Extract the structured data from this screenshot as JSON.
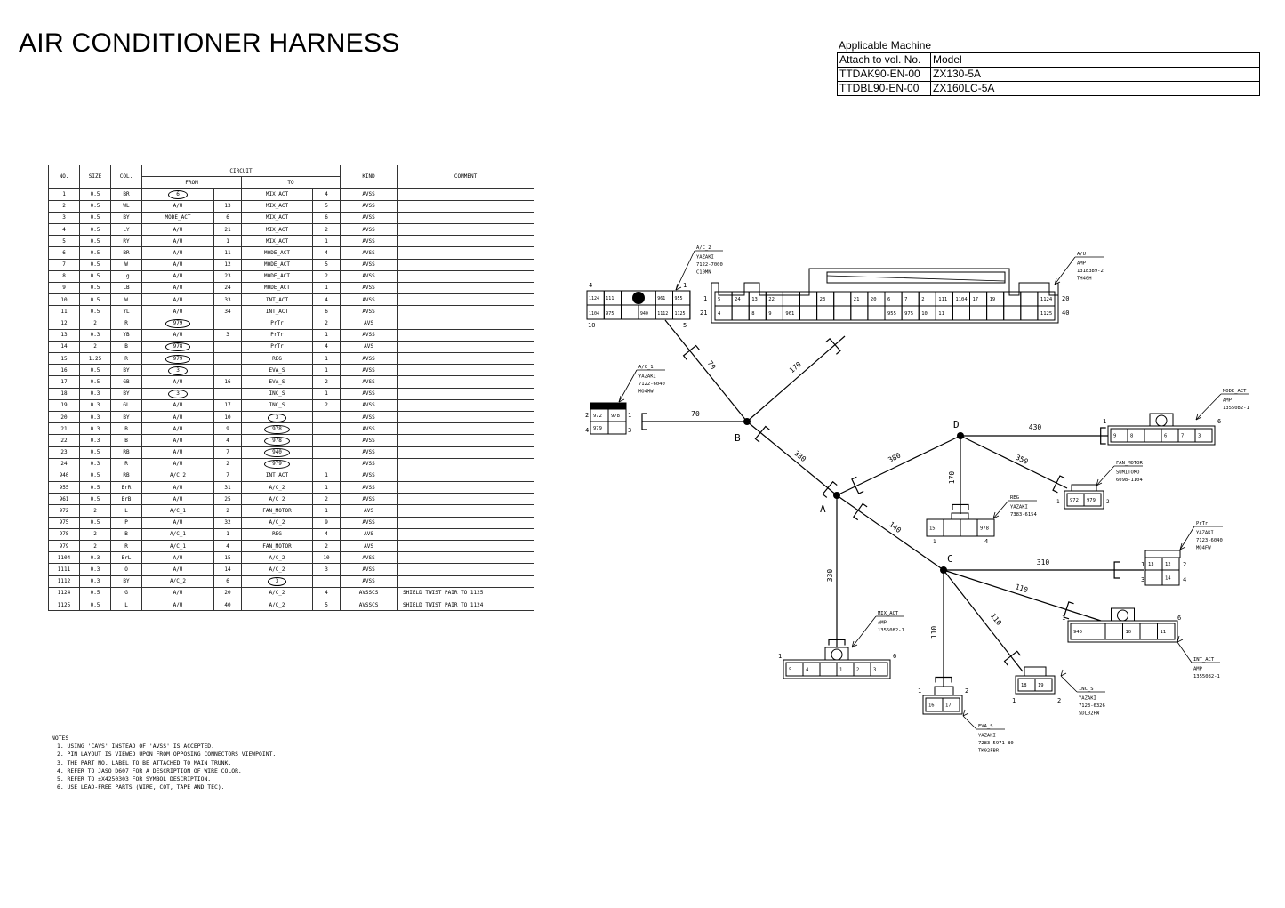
{
  "title": "AIR CONDITIONER HARNESS",
  "applicable": {
    "label": "Applicable Machine",
    "headers": [
      "Attach to vol. No.",
      "Model"
    ],
    "rows": [
      [
        "TTDAK90-EN-00",
        "ZX130-5A"
      ],
      [
        "TTDBL90-EN-00",
        "ZX160LC-5A"
      ]
    ]
  },
  "wire_table": {
    "headers": {
      "no": "NO.",
      "size": "SIZE",
      "col": "COL.",
      "circuit": "CIRCUIT",
      "from": "FROM",
      "to": "TO",
      "kind": "KIND",
      "comment": "COMMENT"
    },
    "rows": [
      [
        "1",
        "0.5",
        "BR",
        "6",
        "",
        "MIX_ACT",
        "4",
        "AVSS",
        "",
        "from"
      ],
      [
        "2",
        "0.5",
        "WL",
        "A/U",
        "13",
        "MIX_ACT",
        "5",
        "AVSS",
        "",
        ""
      ],
      [
        "3",
        "0.5",
        "BY",
        "MODE_ACT",
        "6",
        "MIX_ACT",
        "6",
        "AVSS",
        "",
        ""
      ],
      [
        "4",
        "0.5",
        "LY",
        "A/U",
        "21",
        "MIX_ACT",
        "2",
        "AVSS",
        "",
        ""
      ],
      [
        "5",
        "0.5",
        "RY",
        "A/U",
        "1",
        "MIX_ACT",
        "1",
        "AVSS",
        "",
        ""
      ],
      [
        "6",
        "0.5",
        "BR",
        "A/U",
        "11",
        "MODE_ACT",
        "4",
        "AVSS",
        "",
        ""
      ],
      [
        "7",
        "0.5",
        "W",
        "A/U",
        "12",
        "MODE_ACT",
        "5",
        "AVSS",
        "",
        ""
      ],
      [
        "8",
        "0.5",
        "Lg",
        "A/U",
        "23",
        "MODE_ACT",
        "2",
        "AVSS",
        "",
        ""
      ],
      [
        "9",
        "0.5",
        "LB",
        "A/U",
        "24",
        "MODE_ACT",
        "1",
        "AVSS",
        "",
        ""
      ],
      [
        "10",
        "0.5",
        "W",
        "A/U",
        "33",
        "INT_ACT",
        "4",
        "AVSS",
        "",
        ""
      ],
      [
        "11",
        "0.5",
        "YL",
        "A/U",
        "34",
        "INT_ACT",
        "6",
        "AVSS",
        "",
        ""
      ],
      [
        "12",
        "2",
        "R",
        "979",
        "",
        "PrTr",
        "2",
        "AVS",
        "",
        "from"
      ],
      [
        "13",
        "0.3",
        "YB",
        "A/U",
        "3",
        "PrTr",
        "1",
        "AVSS",
        "",
        ""
      ],
      [
        "14",
        "2",
        "B",
        "978",
        "",
        "PrTr",
        "4",
        "AVS",
        "",
        "from"
      ],
      [
        "15",
        "1.25",
        "R",
        "979",
        "",
        "REG",
        "1",
        "AVSS",
        "",
        "from"
      ],
      [
        "16",
        "0.5",
        "BY",
        "3",
        "",
        "EVA_S",
        "1",
        "AVSS",
        "",
        "from"
      ],
      [
        "17",
        "0.5",
        "GB",
        "A/U",
        "16",
        "EVA_S",
        "2",
        "AVSS",
        "",
        ""
      ],
      [
        "18",
        "0.3",
        "BY",
        "3",
        "",
        "INC_S",
        "1",
        "AVSS",
        "",
        "from"
      ],
      [
        "19",
        "0.3",
        "GL",
        "A/U",
        "17",
        "INC_S",
        "2",
        "AVSS",
        "",
        ""
      ],
      [
        "20",
        "0.3",
        "BY",
        "A/U",
        "10",
        "3",
        "",
        "AVSS",
        "",
        "to"
      ],
      [
        "21",
        "0.3",
        "B",
        "A/U",
        "9",
        "978",
        "",
        "AVSS",
        "",
        "to"
      ],
      [
        "22",
        "0.3",
        "B",
        "A/U",
        "4",
        "978",
        "",
        "AVSS",
        "",
        "to"
      ],
      [
        "23",
        "0.5",
        "RB",
        "A/U",
        "7",
        "940",
        "",
        "AVSS",
        "",
        "to"
      ],
      [
        "24",
        "0.3",
        "R",
        "A/U",
        "2",
        "979",
        "",
        "AVSS",
        "",
        "to"
      ],
      [
        "940",
        "0.5",
        "RB",
        "A/C_2",
        "7",
        "INT_ACT",
        "1",
        "AVSS",
        "",
        ""
      ],
      [
        "955",
        "0.5",
        "BrR",
        "A/U",
        "31",
        "A/C_2",
        "1",
        "AVSS",
        "",
        ""
      ],
      [
        "961",
        "0.5",
        "BrB",
        "A/U",
        "25",
        "A/C_2",
        "2",
        "AVSS",
        "",
        ""
      ],
      [
        "972",
        "2",
        "L",
        "A/C_1",
        "2",
        "FAN_MOTOR",
        "1",
        "AVS",
        "",
        ""
      ],
      [
        "975",
        "0.5",
        "P",
        "A/U",
        "32",
        "A/C_2",
        "9",
        "AVSS",
        "",
        ""
      ],
      [
        "978",
        "2",
        "B",
        "A/C_1",
        "1",
        "REG",
        "4",
        "AVS",
        "",
        ""
      ],
      [
        "979",
        "2",
        "R",
        "A/C_1",
        "4",
        "FAN_MOTOR",
        "2",
        "AVS",
        "",
        ""
      ],
      [
        "1104",
        "0.3",
        "BrL",
        "A/U",
        "15",
        "A/C_2",
        "10",
        "AVSS",
        "",
        ""
      ],
      [
        "1111",
        "0.3",
        "O",
        "A/U",
        "14",
        "A/C_2",
        "3",
        "AVSS",
        "",
        ""
      ],
      [
        "1112",
        "0.3",
        "BY",
        "A/C_2",
        "6",
        "3",
        "",
        "AVSS",
        "",
        "to"
      ],
      [
        "1124",
        "0.5",
        "G",
        "A/U",
        "20",
        "A/C_2",
        "4",
        "AVSSCS",
        "SHIELD TWIST PAIR TO 1125",
        ""
      ],
      [
        "1125",
        "0.5",
        "L",
        "A/U",
        "40",
        "A/C_2",
        "5",
        "AVSSCS",
        "SHIELD TWIST PAIR TO 1124",
        ""
      ]
    ]
  },
  "notes": {
    "heading": "NOTES",
    "items": [
      "1. USING 'CAVS' INSTEAD OF 'AVSS' IS ACCEPTED.",
      "2. PIN LAYOUT IS VIEWED UPON FROM OPPOSING CONNECTORS VIEWPOINT.",
      "3. THE PART NO. LABEL TO BE ATTACHED TO MAIN TRUNK.",
      "4. REFER TO JASO D607 FOR A DESCRIPTION OF WIRE COLOR.",
      "5. REFER TO ±X4250303 FOR SYMBOL DESCRIPTION.",
      "6. USE LEAD-FREE PARTS (WIRE, COT, TAPE AND TEC)."
    ]
  },
  "diagram": {
    "nodes": {
      "A": "A",
      "B": "B",
      "C": "C",
      "D": "D"
    },
    "lengths": {
      "ac2_b": "70",
      "au_b": "170",
      "ac1_b": "70",
      "b_a": "330",
      "a_d": "380",
      "a_c": "140",
      "a_mix": "330",
      "d_mode": "430",
      "d_fan": "350",
      "d_reg": "170",
      "c_prtr": "310",
      "c_int": "110",
      "c_inc": "110",
      "c_eva": "110"
    },
    "connectors": {
      "ac2": {
        "callout": [
          "A/C_2",
          "YAZAKI",
          "7122-7000",
          "C10MN"
        ],
        "pins": [
          "4",
          "1",
          "10",
          "5"
        ],
        "top": [
          "1124",
          "111",
          "",
          "961",
          "955"
        ],
        "bottom": [
          "1104",
          "975",
          "",
          "940",
          "1112",
          "1125"
        ]
      },
      "au": {
        "callout": [
          "A/U",
          "AMP",
          "1318389-2",
          "TH40H"
        ],
        "pins": [
          "1",
          "21",
          "20",
          "40"
        ],
        "top": [
          "5",
          "24",
          "13",
          "22",
          "",
          "",
          "23",
          "",
          "21",
          "20",
          "6",
          "7",
          "2",
          "111",
          "1104",
          "17",
          "19",
          "",
          "",
          "1124"
        ],
        "bottom": [
          "4",
          "",
          "8",
          "9",
          "961",
          "",
          "",
          "",
          "",
          "",
          "955",
          "975",
          "10",
          "11",
          "",
          "",
          "",
          "",
          "",
          "1125"
        ]
      },
      "ac1": {
        "callout": [
          "A/C_1",
          "YAZAKI",
          "7122-6040",
          "MO4MW"
        ],
        "pins": [
          "2",
          "1",
          "4",
          "3"
        ],
        "cells": [
          "972",
          "978",
          "979",
          ""
        ]
      },
      "mode": {
        "callout": [
          "MODE_ACT",
          "AMP",
          "1355082-1"
        ],
        "pins": [
          "1",
          "6"
        ],
        "cells": [
          "9",
          "8",
          "",
          "6",
          "7",
          "3"
        ]
      },
      "fan": {
        "callout": [
          "FAN_MOTOR",
          "SUMITOMO",
          "6098-1104"
        ],
        "pins": [
          "1",
          "2"
        ],
        "cells": [
          "972",
          "979"
        ]
      },
      "reg": {
        "callout": [
          "REG",
          "YAZAKI",
          "7383-6154"
        ],
        "pins": [
          "1",
          "4"
        ],
        "cells": [
          "15",
          "",
          "",
          "978"
        ]
      },
      "prtr": {
        "callout": [
          "PrTr",
          "YAZAKI",
          "7123-6040",
          "MO4FW"
        ],
        "pins": [
          "1",
          "2",
          "3",
          "4"
        ],
        "cells": [
          "13",
          "12",
          "",
          "14"
        ]
      },
      "int": {
        "callout": [
          "INT_ACT",
          "AMP",
          "1355082-1"
        ],
        "pins": [
          "1",
          "6"
        ],
        "cells": [
          "940",
          "",
          "",
          "10",
          "",
          "11"
        ]
      },
      "mix": {
        "callout": [
          "MIX_ACT",
          "AMP",
          "1355082-1"
        ],
        "pins": [
          "1",
          "6"
        ],
        "cells": [
          "5",
          "4",
          "",
          "1",
          "2",
          "3"
        ]
      },
      "eva": {
        "callout": [
          "EVA_S",
          "YAZAKI",
          "7283-5971-80",
          "TK02FBR"
        ],
        "pins": [
          "1",
          "2"
        ],
        "cells": [
          "16",
          "17"
        ]
      },
      "inc": {
        "callout": [
          "INC_S",
          "YAZAKI",
          "7123-6326",
          "SDL02FW"
        ],
        "pins": [
          "1",
          "2"
        ],
        "cells": [
          "18",
          "19"
        ]
      }
    }
  }
}
